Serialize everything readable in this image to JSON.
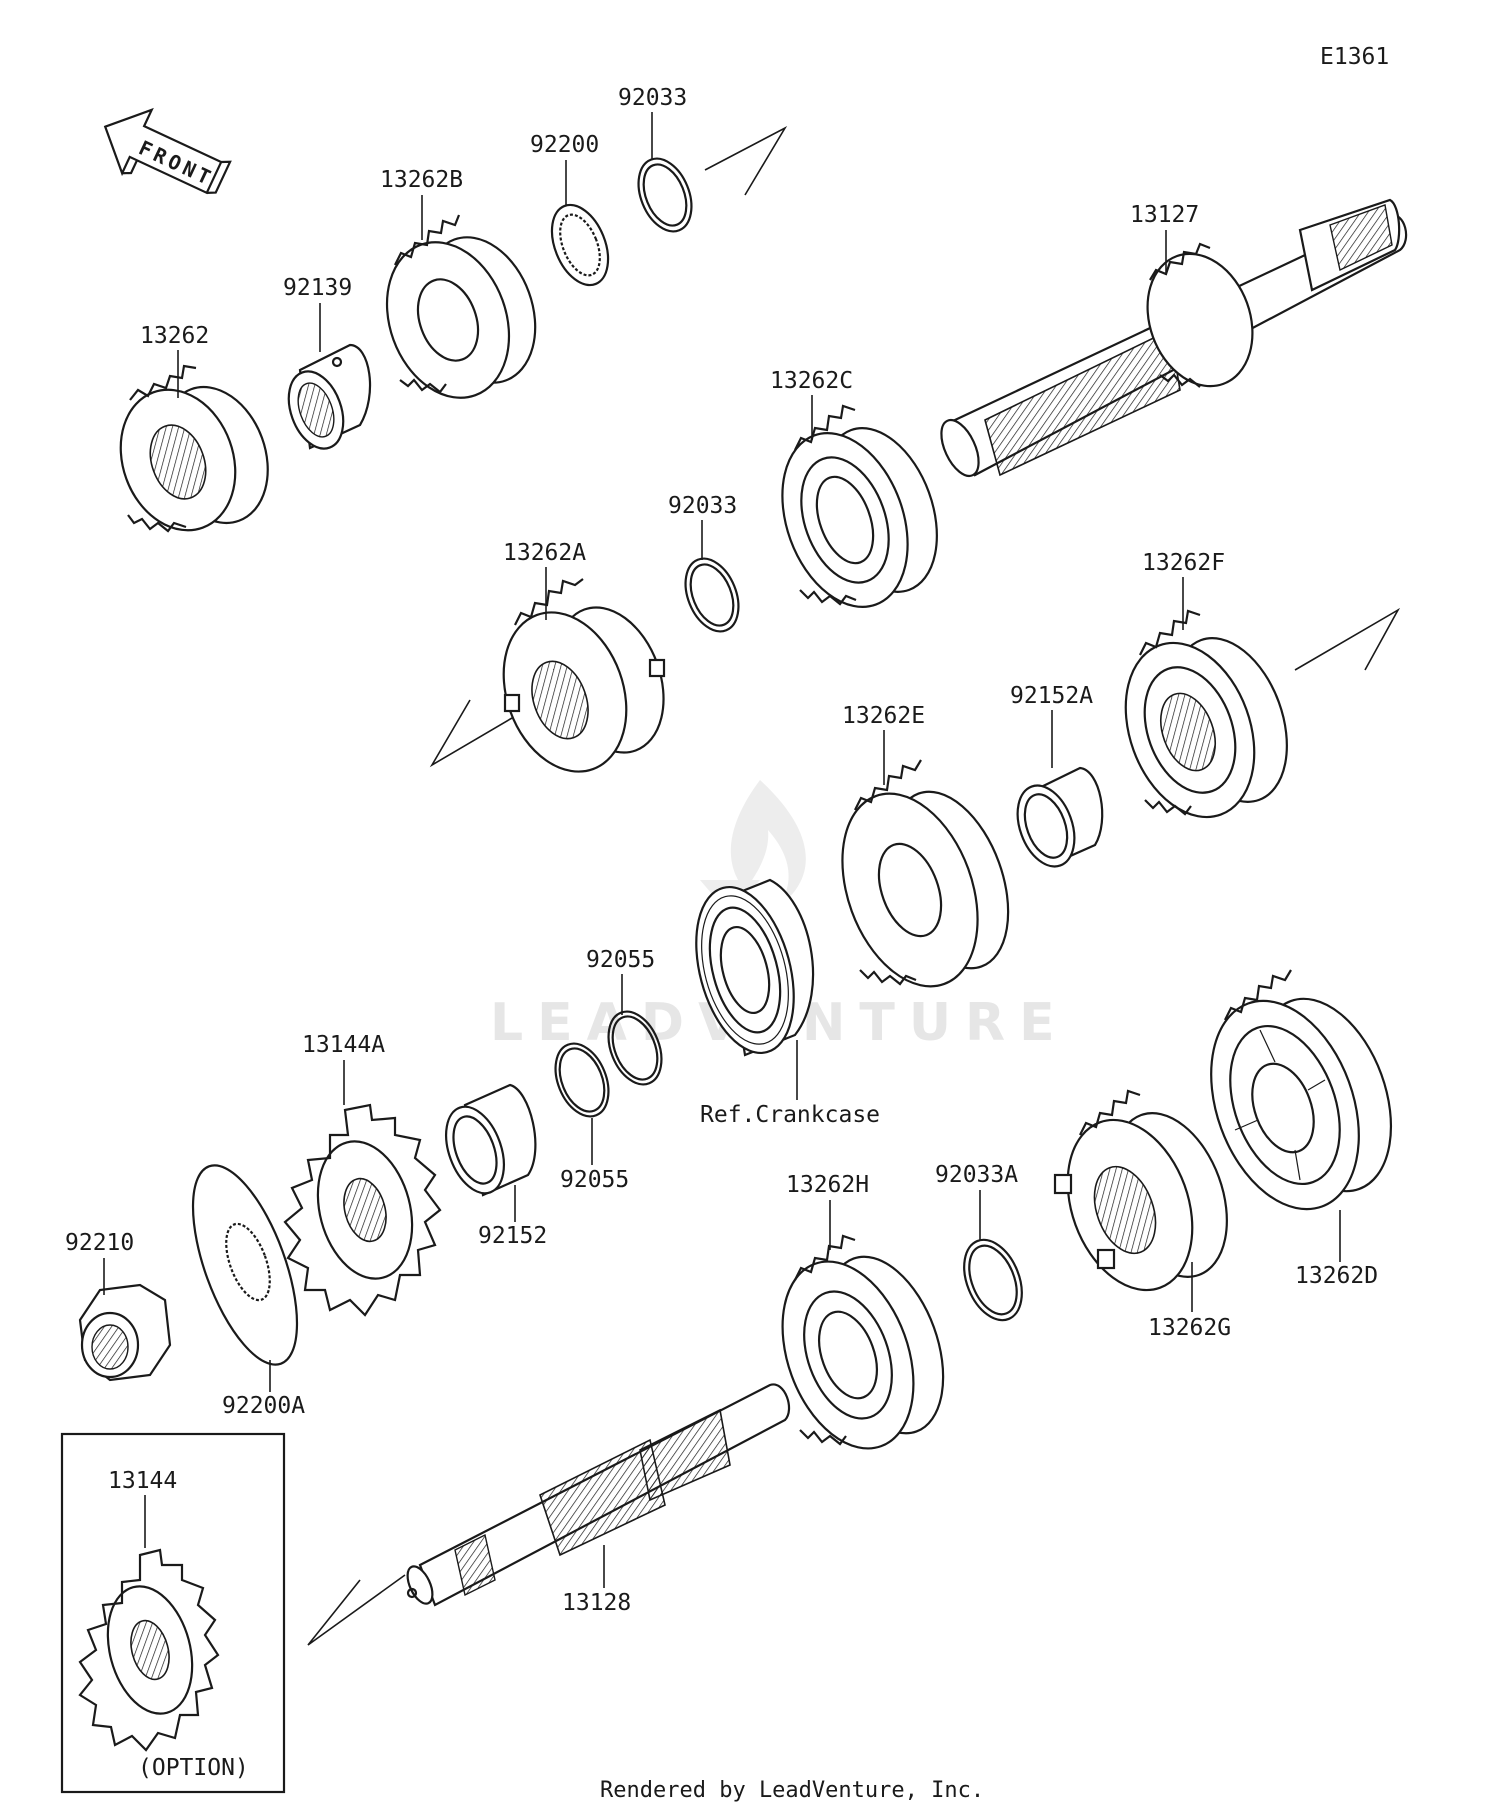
{
  "diagram": {
    "code": "E1361",
    "front_label": "FRONT",
    "watermark": "LEADVENTURE",
    "option_label": "(OPTION)",
    "footer": "Rendered by LeadVenture, Inc."
  },
  "parts": {
    "p13262": "13262",
    "p92139": "92139",
    "p13262B": "13262B",
    "p92200": "92200",
    "p92033_top": "92033",
    "p13127": "13127",
    "p13262C": "13262C",
    "p92033_mid": "92033",
    "p13262A": "13262A",
    "p13262F": "13262F",
    "p92152A": "92152A",
    "p13262E": "13262E",
    "p92055_top": "92055",
    "p92055_bottom": "92055",
    "ref_crankcase": "Ref.Crankcase",
    "p13144A": "13144A",
    "p92152": "92152",
    "p92210": "92210",
    "p92200A": "92200A",
    "p13262H": "13262H",
    "p92033A": "92033A",
    "p13262G": "13262G",
    "p13262D": "13262D",
    "p13144": "13144",
    "p13128": "13128"
  }
}
